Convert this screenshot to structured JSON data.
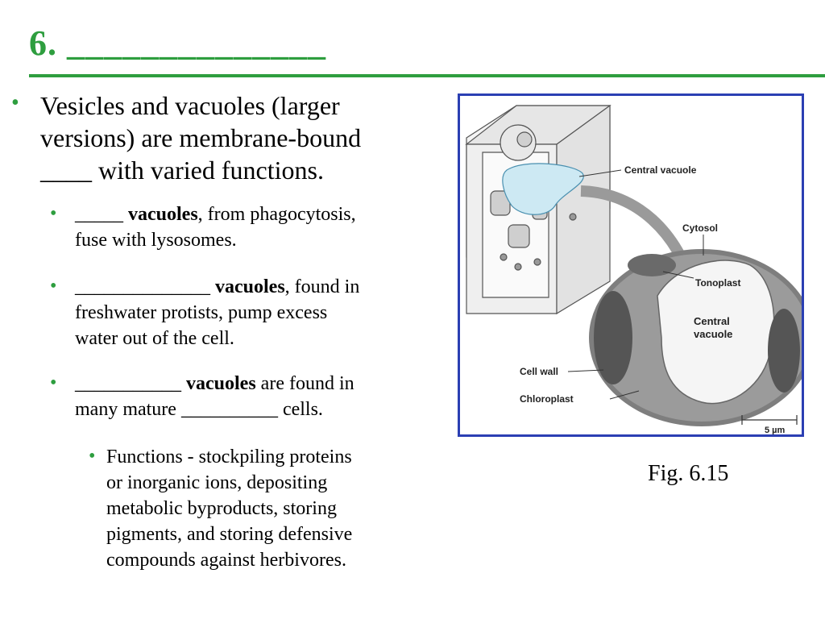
{
  "slide": {
    "title": "6. ______________",
    "accent_color": "#2e9e3f",
    "frame_color": "#2b3fb3"
  },
  "bullets": {
    "main": {
      "line1": "Vesicles and vacuoles (larger",
      "line2": "versions) are membrane-bound",
      "line3_blank": "____",
      "line3_rest": " with varied functions."
    },
    "sub1": {
      "blank": "_____",
      "term": "vacuoles",
      "rest": ", from phagocytosis,",
      "line2": "fuse with lysosomes."
    },
    "sub2": {
      "blank": "______________",
      "term": "vacuoles",
      "rest": ", found in",
      "line2": "freshwater protists, pump excess",
      "line3": "water out of the cell."
    },
    "sub3": {
      "blank": "___________",
      "term": "vacuoles",
      "rest": " are found in",
      "line2_start": "many mature ",
      "line2_blank": "__________",
      "line2_end": " cells."
    },
    "sub3a": {
      "line1": "Functions - stockpiling proteins",
      "line2": "or inorganic ions, depositing",
      "line3": "metabolic byproducts, storing",
      "line4": "pigments, and storing defensive",
      "line5": "compounds against herbivores."
    }
  },
  "figure": {
    "labels": {
      "central_vacuole": "Central vacuole",
      "cytosol": "Cytosol",
      "tonoplast": "Tonoplast",
      "central_vacuole_micro_1": "Central",
      "central_vacuole_micro_2": "vacuole",
      "cell_wall": "Cell wall",
      "chloroplast": "Chloroplast",
      "scale": "5 µm"
    },
    "caption": "Fig. 6.15"
  }
}
